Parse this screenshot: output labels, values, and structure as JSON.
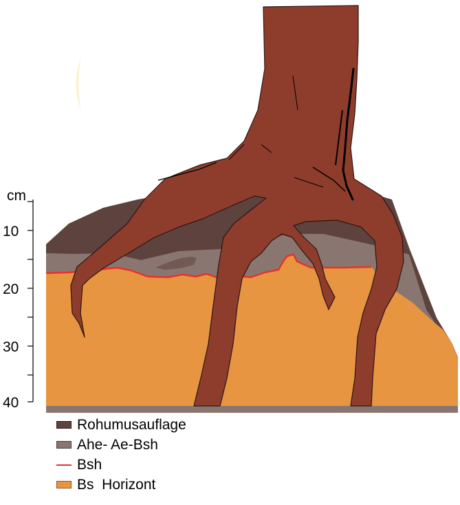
{
  "axis": {
    "unit": "cm",
    "ticks": [
      "10",
      "20",
      "30",
      "40"
    ]
  },
  "legend": [
    {
      "label": "Rohumusauflage",
      "color": "#5e423d",
      "kind": "box"
    },
    {
      "label": "Ahe- Ae-Bsh",
      "color": "#8a7670",
      "kind": "box"
    },
    {
      "label": "Bsh",
      "color": "#e8312a",
      "kind": "line"
    },
    {
      "label": "Bs  Horizont",
      "color": "#e79541",
      "kind": "box"
    }
  ],
  "colors": {
    "trunk": "#8e3d2c",
    "bs": "#e79541",
    "ahe": "#8a7670",
    "humus": "#5e423d",
    "bsh_line": "#e8312a"
  }
}
